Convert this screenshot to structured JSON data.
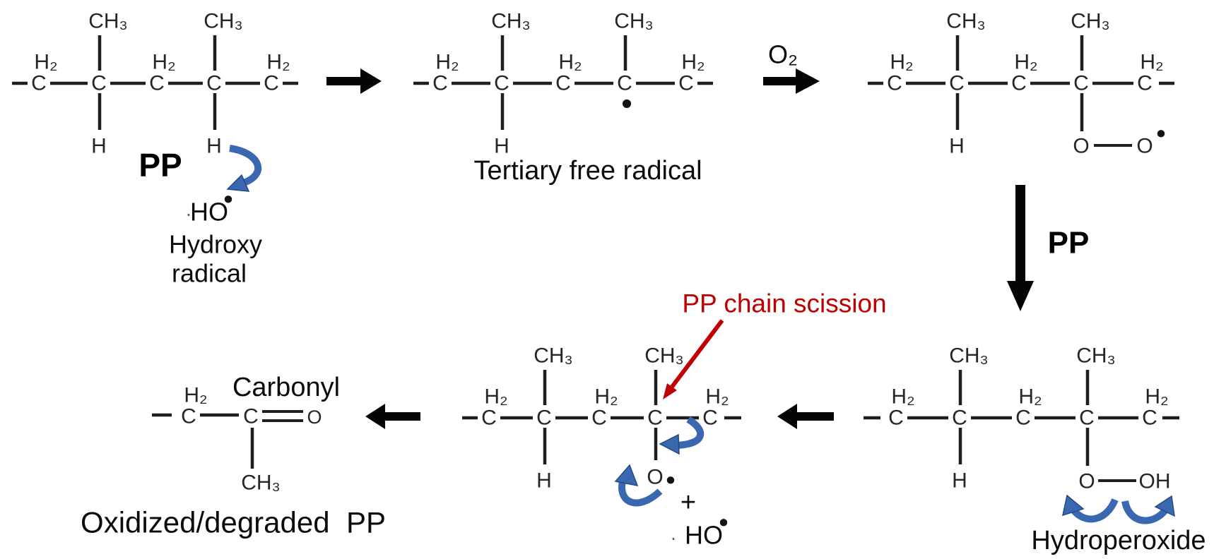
{
  "atoms": {
    "c": "C",
    "h": "H",
    "o": "O",
    "oh": "OH",
    "ho": "HO",
    "ch3": "CH₃",
    "h2": "H₂",
    "o2": "O₂",
    "radical_dot": "•",
    "faint_dot": "·",
    "plus": "+"
  },
  "captions": {
    "pp_reactant": "PP",
    "hydroxy_line1": "Hydroxy",
    "hydroxy_line2": "radical",
    "tertiary_free_radical": "Tertiary free radical",
    "pp_down": "PP",
    "hydroperoxide": "Hydroperoxide",
    "pp_chain_scission": "PP chain scission",
    "carbonyl": "Carbonyl",
    "oxidized_degraded_pp": "Oxidized/degraded  PP"
  },
  "colors": {
    "background": "#ffffff",
    "bond": "#1f1f1f",
    "atom_text": "#262626",
    "caption_text": "#0c0c0c",
    "black_arrow": "#050505",
    "blue_arrow": "#3a68b0",
    "blue_arrow_edge": "#24497e",
    "red_annotation": "#c00000"
  }
}
